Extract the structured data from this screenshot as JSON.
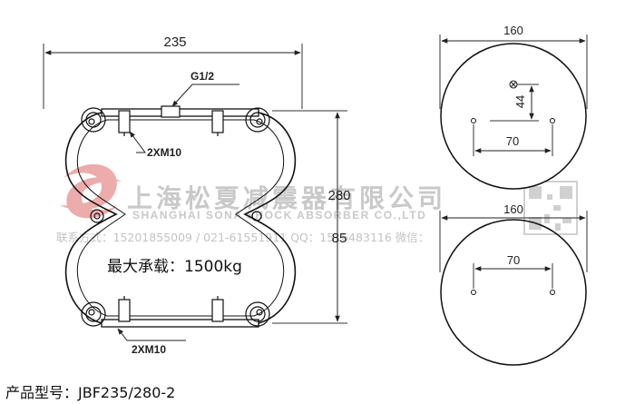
{
  "side_view": {
    "width_label": "235",
    "height_label": "280",
    "pinch_label": "85",
    "port_label": "G1/2",
    "top_bolts_label": "2XM10",
    "bottom_bolts_label": "2XM10",
    "load_text": "最大承载：1500kg"
  },
  "top_plate": {
    "diameter_label": "160",
    "offset_label": "44",
    "bolt_spacing_label": "70"
  },
  "bottom_plate": {
    "diameter_label": "160",
    "bolt_spacing_label": "70"
  },
  "watermark": {
    "company_cn": "上海松夏减震器有限公司",
    "company_en": "SHANGHAI SONA SHOCK ABSORBER CO.,LTD",
    "contact": "联系方式：15201855009 / 021-61551911  QQ：1516483116     微信："
  },
  "model_text": "产品型号：JBF235/280-2"
}
